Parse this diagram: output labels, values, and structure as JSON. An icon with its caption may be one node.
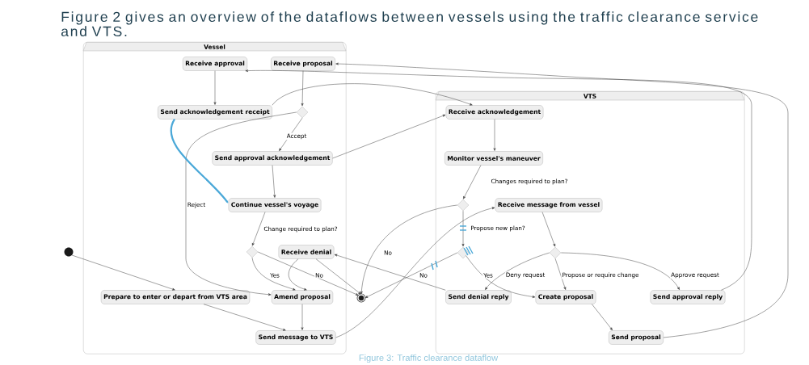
{
  "diagram": {
    "title": "Figure 2 gives an overview of the dataflows between vessels using the traffic clearance service and VTS.",
    "caption": "Figure 3: Traffic clearance dataflow",
    "nodes": [
      {
        "text": [
          "Vessel"
        ]
      },
      {
        "text": [
          "Receive approval"
        ],
        "in": 0
      },
      {
        "text": [
          "Receive proposal"
        ],
        "in": 0
      },
      {
        "text": [
          "Send acknowledgement receipt"
        ],
        "in": 0
      },
      {
        "text": [],
        "shape": "diamond",
        "in": 0
      },
      {
        "text": [
          "Send approval acknowledgement"
        ],
        "in": 0
      },
      {
        "text": [
          "Continue vessel's voyage"
        ],
        "in": 0
      },
      {
        "text": [],
        "shape": "diamond",
        "in": 0
      },
      {
        "text": [
          "Receive denial"
        ],
        "in": 0
      },
      {
        "text": [
          "Prepare to enter or depart from VTS area"
        ],
        "in": 0
      },
      {
        "text": [
          "Amend proposal"
        ],
        "in": 0
      },
      {
        "text": [
          "Send message to VTS"
        ],
        "in": 0
      },
      {
        "text": [],
        "shape": "circle"
      },
      {
        "text": [],
        "shape": "circle"
      },
      {
        "text": [
          "VTS"
        ]
      },
      {
        "text": [
          "Receive acknowledgement"
        ],
        "in": 14
      },
      {
        "text": [
          "Monitor vessel's maneuver"
        ],
        "in": 14
      },
      {
        "text": [],
        "shape": "diamond",
        "in": 14
      },
      {
        "text": [
          "Receive message from vessel"
        ],
        "in": 14
      },
      {
        "text": [],
        "shape": "diamond",
        "in": 14
      },
      {
        "text": [],
        "shape": "diamond",
        "in": 14
      },
      {
        "text": [
          "Send denial reply"
        ],
        "in": 14
      },
      {
        "text": [
          "Create proposal"
        ],
        "in": 14
      },
      {
        "text": [
          "Send approval reply"
        ],
        "in": 14
      },
      {
        "text": [
          "Send proposal"
        ],
        "in": 14
      }
    ],
    "edges": [
      {
        "from": 1,
        "to": 3,
        "arrow": "to"
      },
      {
        "from": 2,
        "to": 4,
        "arrow": "to"
      },
      {
        "from": 3,
        "to": 15,
        "arrow": "to"
      },
      {
        "from": 4,
        "to": 5,
        "arrow": "to",
        "label": "Accept"
      },
      {
        "from": 4,
        "to": 10,
        "arrow": "to",
        "label": "Reject"
      },
      {
        "from": 3,
        "to": 6,
        "arrow": "to",
        "style": "thick",
        "color": "#4aa8d8"
      },
      {
        "from": 5,
        "to": 6,
        "arrow": "to"
      },
      {
        "from": 5,
        "to": 15,
        "arrow": "to"
      },
      {
        "from": 6,
        "to": 7,
        "arrow": "to",
        "label": "Change required to plan?"
      },
      {
        "from": 7,
        "to": 10,
        "arrow": "to",
        "label": "Yes"
      },
      {
        "from": 7,
        "to": 13,
        "arrow": "to",
        "label": "No"
      },
      {
        "from": 8,
        "to": 10,
        "arrow": "to"
      },
      {
        "from": 8,
        "to": 13,
        "arrow": "to"
      },
      {
        "from": 12,
        "to": 9,
        "arrow": "to"
      },
      {
        "from": 9,
        "to": 11,
        "arrow": "to"
      },
      {
        "from": 10,
        "to": 11,
        "arrow": "to"
      },
      {
        "from": 11,
        "to": 18,
        "arrow": "to"
      },
      {
        "from": 15,
        "to": 16,
        "arrow": "to"
      },
      {
        "from": 16,
        "to": 17,
        "arrow": "to",
        "label": "Changes required to plan?"
      },
      {
        "from": 17,
        "to": 13,
        "arrow": "to",
        "label": "No"
      },
      {
        "from": 17,
        "to": 19,
        "arrow": "to",
        "label": "Propose new plan?"
      },
      {
        "from": 19,
        "to": 13,
        "arrow": "to",
        "label": "No"
      },
      {
        "from": 19,
        "to": 22,
        "arrow": "to",
        "label": "Yes"
      },
      {
        "from": 18,
        "to": 20,
        "arrow": "to"
      },
      {
        "from": 20,
        "to": 21,
        "arrow": "to",
        "label": "Deny request"
      },
      {
        "from": 20,
        "to": 22,
        "arrow": "to",
        "label": "Propose or require change"
      },
      {
        "from": 20,
        "to": 23,
        "arrow": "to",
        "label": "Approve request"
      },
      {
        "from": 21,
        "to": 8,
        "arrow": "to"
      },
      {
        "from": 22,
        "to": 24,
        "arrow": "to"
      },
      {
        "from": 23,
        "to": 1,
        "arrow": "to"
      },
      {
        "from": 24,
        "to": 2,
        "arrow": "to"
      }
    ]
  }
}
